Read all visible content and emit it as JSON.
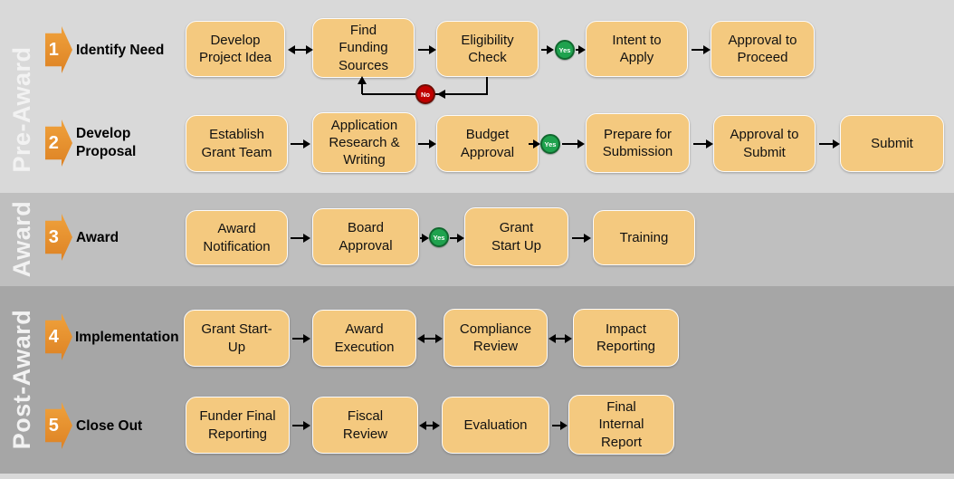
{
  "bands": [
    {
      "label": "Pre-Award"
    },
    {
      "label": "Award"
    },
    {
      "label": "Post-Award"
    }
  ],
  "rows": [
    {
      "num": "1",
      "label": "Identify Need",
      "steps": [
        "Develop\nProject Idea",
        "Find\nFunding\nSources",
        "Eligibility\nCheck",
        "Intent to\nApply",
        "Approval to\nProceed"
      ]
    },
    {
      "num": "2",
      "label": "Develop\nProposal",
      "steps": [
        "Establish\nGrant Team",
        "Application\nResearch &\nWriting",
        "Budget\nApproval",
        "Prepare for\nSubmission",
        "Approval to\nSubmit",
        "Submit"
      ]
    },
    {
      "num": "3",
      "label": "Award",
      "steps": [
        "Award\nNotification",
        "Board\nApproval",
        "Grant\nStart Up",
        "Training"
      ]
    },
    {
      "num": "4",
      "label": "Implementation",
      "steps": [
        "Grant Start-\nUp",
        "Award\nExecution",
        "Compliance\nReview",
        "Impact\nReporting"
      ]
    },
    {
      "num": "5",
      "label": "Close Out",
      "steps": [
        "Funder Final\nReporting",
        "Fiscal\nReview",
        "Evaluation",
        "Final\nInternal\nReport"
      ]
    }
  ],
  "decisions": {
    "yes": "Yes",
    "no": "No"
  },
  "colors": {
    "band_pre_award": "#D9D9D9",
    "band_award": "#BFBFBF",
    "band_post_award": "#A6A6A6",
    "step_fill": "#F4C97F",
    "step_border": "#FBFBFB",
    "phase_arrow_orange": "#E08A2E",
    "yes_green": "#1FA24E",
    "no_red": "#C00000",
    "connector_black": "#000000",
    "band_label_text": "#F2F2F2"
  }
}
